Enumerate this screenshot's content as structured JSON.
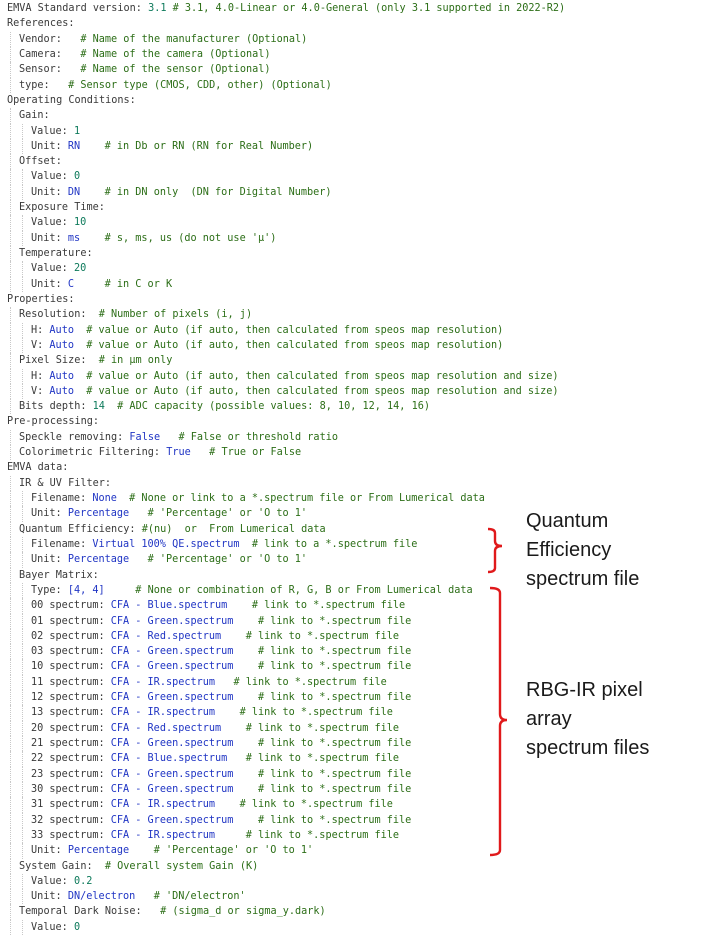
{
  "lines": [
    {
      "indent": 0,
      "key": "EMVA Standard version:",
      "value": "3.1",
      "vtype": "num",
      "comment": "# 3.1, 4.0-Linear or 4.0-General (only 3.1 supported in 2022-R2)"
    },
    {
      "indent": 0,
      "key": "References:",
      "value": "",
      "vtype": "",
      "comment": ""
    },
    {
      "indent": 1,
      "key": "Vendor:",
      "value": "",
      "vtype": "",
      "comment": "  # Name of the manufacturer (Optional)"
    },
    {
      "indent": 1,
      "key": "Camera:",
      "value": "",
      "vtype": "",
      "comment": "  # Name of the camera (Optional)"
    },
    {
      "indent": 1,
      "key": "Sensor:",
      "value": "",
      "vtype": "",
      "comment": "  # Name of the sensor (Optional)"
    },
    {
      "indent": 1,
      "key": "type:",
      "value": "",
      "vtype": "",
      "comment": "  # Sensor type (CMOS, CDD, other) (Optional)"
    },
    {
      "indent": 0,
      "key": "Operating Conditions:",
      "value": "",
      "vtype": "",
      "comment": ""
    },
    {
      "indent": 1,
      "key": "Gain:",
      "value": "",
      "vtype": "",
      "comment": ""
    },
    {
      "indent": 2,
      "key": "Value:",
      "value": "1",
      "vtype": "num",
      "comment": ""
    },
    {
      "indent": 2,
      "key": "Unit:",
      "value": "RN",
      "vtype": "val",
      "comment": "   # in Db or RN (RN for Real Number)"
    },
    {
      "indent": 1,
      "key": "Offset:",
      "value": "",
      "vtype": "",
      "comment": ""
    },
    {
      "indent": 2,
      "key": "Value:",
      "value": "0",
      "vtype": "num",
      "comment": ""
    },
    {
      "indent": 2,
      "key": "Unit:",
      "value": "DN",
      "vtype": "val",
      "comment": "   # in DN only  (DN for Digital Number)"
    },
    {
      "indent": 1,
      "key": "Exposure Time:",
      "value": "",
      "vtype": "",
      "comment": ""
    },
    {
      "indent": 2,
      "key": "Value:",
      "value": "10",
      "vtype": "num",
      "comment": ""
    },
    {
      "indent": 2,
      "key": "Unit:",
      "value": "ms",
      "vtype": "val",
      "comment": "   # s, ms, us (do not use 'µ')"
    },
    {
      "indent": 1,
      "key": "Temperature:",
      "value": "",
      "vtype": "",
      "comment": ""
    },
    {
      "indent": 2,
      "key": "Value:",
      "value": "20",
      "vtype": "num",
      "comment": ""
    },
    {
      "indent": 2,
      "key": "Unit:",
      "value": "C",
      "vtype": "val",
      "comment": "    # in C or K"
    },
    {
      "indent": 0,
      "key": "Properties:",
      "value": "",
      "vtype": "",
      "comment": ""
    },
    {
      "indent": 1,
      "key": "Resolution:",
      "value": "",
      "vtype": "",
      "comment": " # Number of pixels (i, j)"
    },
    {
      "indent": 2,
      "key": "H:",
      "value": "Auto",
      "vtype": "val",
      "comment": " # value or Auto (if auto, then calculated from speos map resolution)"
    },
    {
      "indent": 2,
      "key": "V:",
      "value": "Auto",
      "vtype": "val",
      "comment": " # value or Auto (if auto, then calculated from speos map resolution)"
    },
    {
      "indent": 1,
      "key": "Pixel Size:",
      "value": "",
      "vtype": "",
      "comment": " # in µm only"
    },
    {
      "indent": 2,
      "key": "H:",
      "value": "Auto",
      "vtype": "val",
      "comment": " # value or Auto (if auto, then calculated from speos map resolution and size)"
    },
    {
      "indent": 2,
      "key": "V:",
      "value": "Auto",
      "vtype": "val",
      "comment": " # value or Auto (if auto, then calculated from speos map resolution and size)"
    },
    {
      "indent": 1,
      "key": "Bits depth:",
      "value": "14",
      "vtype": "num",
      "comment": " # ADC capacity (possible values: 8, 10, 12, 14, 16)"
    },
    {
      "indent": 0,
      "key": "Pre-processing:",
      "value": "",
      "vtype": "",
      "comment": ""
    },
    {
      "indent": 1,
      "key": "Speckle removing:",
      "value": "False",
      "vtype": "val",
      "comment": "  # False or threshold ratio"
    },
    {
      "indent": 1,
      "key": "Colorimetric Filtering:",
      "value": "True",
      "vtype": "val",
      "comment": "  # True or False"
    },
    {
      "indent": 0,
      "key": "EMVA data:",
      "value": "",
      "vtype": "",
      "comment": ""
    },
    {
      "indent": 1,
      "key": "IR & UV Filter:",
      "value": "",
      "vtype": "",
      "comment": ""
    },
    {
      "indent": 2,
      "key": "Filename:",
      "value": "None",
      "vtype": "val",
      "comment": " # None or link to a *.spectrum file or From Lumerical data"
    },
    {
      "indent": 2,
      "key": "Unit:",
      "value": "Percentage",
      "vtype": "val",
      "comment": "  # 'Percentage' or 'O to 1'"
    },
    {
      "indent": 1,
      "key": "Quantum Efficiency:",
      "value": "",
      "vtype": "",
      "comment": "#(nu)  or  From Lumerical data"
    },
    {
      "indent": 2,
      "key": "Filename:",
      "value": "Virtual 100% QE.spectrum",
      "vtype": "val",
      "comment": " # link to a *.spectrum file"
    },
    {
      "indent": 2,
      "key": "Unit:",
      "value": "Percentage",
      "vtype": "val",
      "comment": "  # 'Percentage' or 'O to 1'"
    },
    {
      "indent": 1,
      "key": "Bayer Matrix:",
      "value": "",
      "vtype": "",
      "comment": ""
    },
    {
      "indent": 2,
      "key": "Type:",
      "value": "[4, 4]",
      "vtype": "val",
      "comment": "    # None or combination of R, G, B or From Lumerical data"
    },
    {
      "indent": 2,
      "key": "00 spectrum:",
      "value": "CFA - Blue.spectrum",
      "vtype": "val",
      "comment": "   # link to *.spectrum file"
    },
    {
      "indent": 2,
      "key": "01 spectrum:",
      "value": "CFA - Green.spectrum",
      "vtype": "val",
      "comment": "   # link to *.spectrum file"
    },
    {
      "indent": 2,
      "key": "02 spectrum:",
      "value": "CFA - Red.spectrum",
      "vtype": "val",
      "comment": "   # link to *.spectrum file"
    },
    {
      "indent": 2,
      "key": "03 spectrum:",
      "value": "CFA - Green.spectrum",
      "vtype": "val",
      "comment": "   # link to *.spectrum file"
    },
    {
      "indent": 2,
      "key": "10 spectrum:",
      "value": "CFA - Green.spectrum",
      "vtype": "val",
      "comment": "   # link to *.spectrum file"
    },
    {
      "indent": 2,
      "key": "11 spectrum:",
      "value": "CFA - IR.spectrum",
      "vtype": "val",
      "comment": "  # link to *.spectrum file"
    },
    {
      "indent": 2,
      "key": "12 spectrum:",
      "value": "CFA - Green.spectrum",
      "vtype": "val",
      "comment": "   # link to *.spectrum file"
    },
    {
      "indent": 2,
      "key": "13 spectrum:",
      "value": "CFA - IR.spectrum",
      "vtype": "val",
      "comment": "   # link to *.spectrum file"
    },
    {
      "indent": 2,
      "key": "20 spectrum:",
      "value": "CFA - Red.spectrum",
      "vtype": "val",
      "comment": "   # link to *.spectrum file"
    },
    {
      "indent": 2,
      "key": "21 spectrum:",
      "value": "CFA - Green.spectrum",
      "vtype": "val",
      "comment": "   # link to *.spectrum file"
    },
    {
      "indent": 2,
      "key": "22 spectrum:",
      "value": "CFA - Blue.spectrum",
      "vtype": "val",
      "comment": "  # link to *.spectrum file"
    },
    {
      "indent": 2,
      "key": "23 spectrum:",
      "value": "CFA - Green.spectrum",
      "vtype": "val",
      "comment": "   # link to *.spectrum file"
    },
    {
      "indent": 2,
      "key": "30 spectrum:",
      "value": "CFA - Green.spectrum",
      "vtype": "val",
      "comment": "   # link to *.spectrum file"
    },
    {
      "indent": 2,
      "key": "31 spectrum:",
      "value": "CFA - IR.spectrum",
      "vtype": "val",
      "comment": "   # link to *.spectrum file"
    },
    {
      "indent": 2,
      "key": "32 spectrum:",
      "value": "CFA - Green.spectrum",
      "vtype": "val",
      "comment": "   # link to *.spectrum file"
    },
    {
      "indent": 2,
      "key": "33 spectrum:",
      "value": "CFA - IR.spectrum",
      "vtype": "val",
      "comment": "    # link to *.spectrum file"
    },
    {
      "indent": 2,
      "key": "Unit:",
      "value": "Percentage",
      "vtype": "val",
      "comment": "   # 'Percentage' or 'O to 1'"
    },
    {
      "indent": 1,
      "key": "System Gain:",
      "value": "",
      "vtype": "",
      "comment": " # Overall system Gain (K)"
    },
    {
      "indent": 2,
      "key": "Value:",
      "value": "0.2",
      "vtype": "num",
      "comment": ""
    },
    {
      "indent": 2,
      "key": "Unit:",
      "value": "DN/electron",
      "vtype": "val",
      "comment": "  # 'DN/electron'"
    },
    {
      "indent": 1,
      "key": "Temporal Dark Noise:",
      "value": "",
      "vtype": "",
      "comment": "  # (sigma_d or sigma_y.dark)"
    },
    {
      "indent": 2,
      "key": "Value:",
      "value": "0",
      "vtype": "num",
      "comment": ""
    }
  ],
  "annotations": [
    {
      "lines": [
        "Quantum",
        "Efficiency",
        "spectrum file"
      ]
    },
    {
      "lines": [
        "RBG-IR pixel",
        "array",
        "spectrum files"
      ]
    }
  ],
  "colors": {
    "key": "#3a3a3a",
    "value": "#2035c4",
    "number": "#0d7a5b",
    "comment": "#2c6e17",
    "bracket": "#e0191b"
  }
}
